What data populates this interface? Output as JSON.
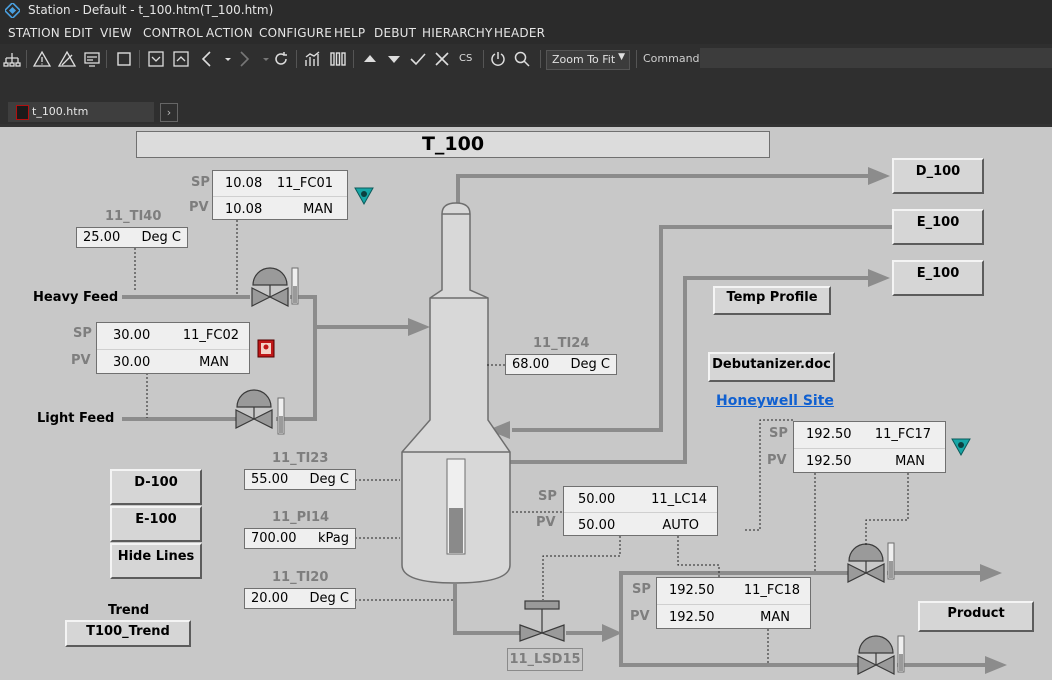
{
  "window": {
    "title": "Station - Default - t_100.htm(T_100.htm)"
  },
  "menu": [
    "STATION",
    "EDIT",
    "VIEW",
    "CONTROL",
    "ACTION",
    "CONFIGURE",
    "HELP",
    "DEBUT",
    "HIERARCHY",
    "HEADER"
  ],
  "toolbar": {
    "zoom": "Zoom To Fit",
    "command_label": "Command",
    "cs": "CS"
  },
  "tabs": {
    "active": "t_100.htm"
  },
  "display": {
    "title": "T_100",
    "destinations": [
      "D_100",
      "E_100",
      "E_100"
    ],
    "temp_profile": "Temp Profile",
    "doc_button": "Debutanizer.doc",
    "link": "Honeywell Site",
    "product": "Product",
    "buttons": [
      "D-100",
      "E-100",
      "Hide Lines"
    ],
    "trend_label": "Trend",
    "trend_button": "T100_Trend",
    "streams": {
      "heavy": "Heavy Feed",
      "light": "Light Feed"
    },
    "sp": "SP",
    "pv": "PV",
    "controllers": {
      "fc01": {
        "sp": "10.08",
        "pv": "10.08",
        "tag": "11_FC01",
        "mode": "MAN"
      },
      "fc02": {
        "sp": "30.00",
        "pv": "30.00",
        "tag": "11_FC02",
        "mode": "MAN"
      },
      "fc17": {
        "sp": "192.50",
        "pv": "192.50",
        "tag": "11_FC17",
        "mode": "MAN"
      },
      "lc14": {
        "sp": "50.00",
        "pv": "50.00",
        "tag": "11_LC14",
        "mode": "AUTO"
      },
      "fc18": {
        "sp": "192.50",
        "pv": "192.50",
        "tag": "11_FC18",
        "mode": "MAN"
      }
    },
    "indicators": {
      "ti40": {
        "tag": "11_TI40",
        "value": "25.00",
        "unit": "Deg C"
      },
      "ti24": {
        "tag": "11_TI24",
        "value": "68.00",
        "unit": "Deg C"
      },
      "ti23": {
        "tag": "11_TI23",
        "value": "55.00",
        "unit": "Deg C"
      },
      "pi14": {
        "tag": "11_PI14",
        "value": "700.00",
        "unit": "kPag"
      },
      "ti20": {
        "tag": "11_TI20",
        "value": "20.00",
        "unit": "Deg C"
      }
    },
    "lsd": "11_LSD15",
    "level_fraction": 0.48,
    "colors": {
      "background": "#c8c8c8",
      "pipe": "#8c8c8c",
      "link": "#1060d0",
      "alarm_teal": "#17a6a6",
      "alarm_red": "#c01818"
    }
  }
}
